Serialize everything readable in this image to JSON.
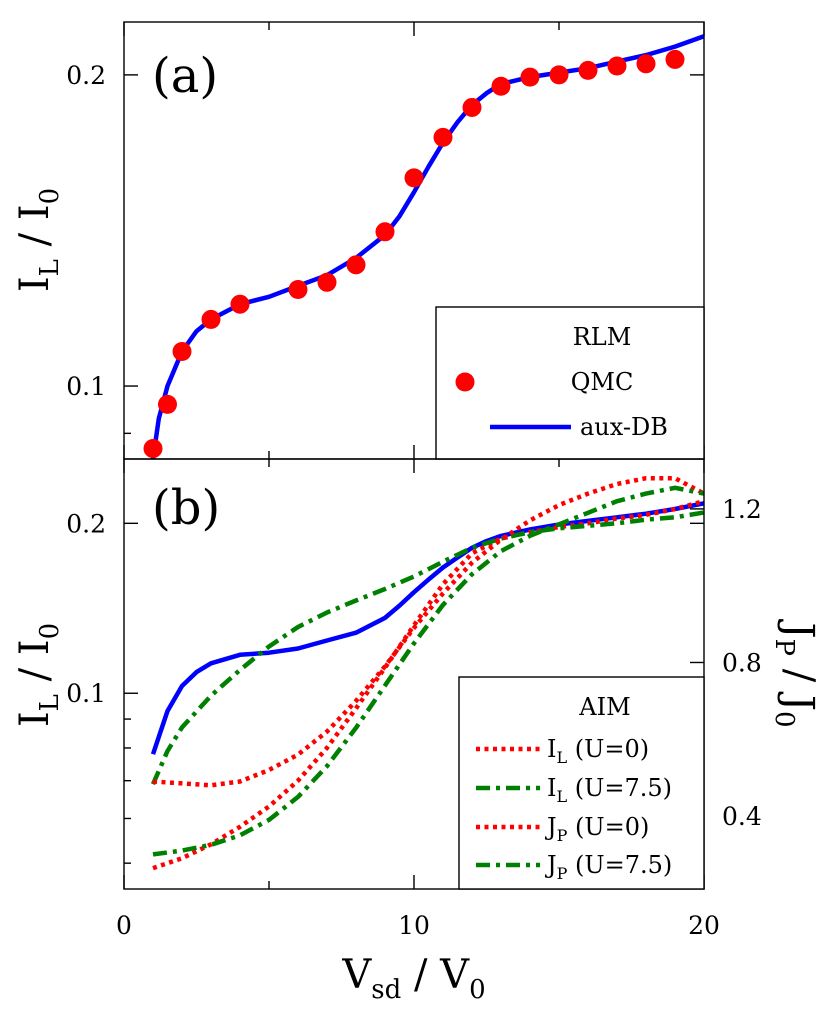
{
  "figure": {
    "xlabel_main": "V",
    "xlabel_sub": "sd",
    "xlabel_rest": " / V",
    "xlabel_sub2": "0",
    "x_ticks": [
      "0",
      "10",
      "20"
    ]
  },
  "chart_data": [
    {
      "type": "scatter",
      "panel_label": "(a)",
      "ylabel_main": "I",
      "ylabel_sub": "L",
      "ylabel_rest": " / I",
      "ylabel_sub2": "0",
      "y_scale": "log",
      "xlim": [
        0,
        20
      ],
      "ylim": [
        0.085,
        0.225
      ],
      "y_ticks": [
        "0.1",
        "0.2"
      ],
      "legend_title": "RLM",
      "legend_location": "bottom-right",
      "series": [
        {
          "name": "QMC",
          "color": "#ff0000",
          "marker": "circle",
          "x": [
            1,
            1.5,
            2,
            3,
            4,
            6,
            7,
            8,
            9,
            10,
            11,
            12,
            13,
            14,
            15,
            16,
            17,
            18,
            19
          ],
          "y": [
            0.087,
            0.096,
            0.108,
            0.116,
            0.12,
            0.124,
            0.126,
            0.131,
            0.141,
            0.159,
            0.174,
            0.186,
            0.195,
            0.199,
            0.2,
            0.202,
            0.204,
            0.205,
            0.207
          ]
        },
        {
          "name": "aux-DB",
          "color": "#0000ff",
          "line": "solid",
          "x": [
            1,
            1.2,
            1.5,
            2,
            2.5,
            3,
            4,
            5,
            6,
            7,
            8,
            9,
            9.5,
            10,
            10.5,
            11,
            11.5,
            12,
            12.5,
            13,
            14,
            15,
            16,
            17,
            18,
            19,
            20
          ],
          "y": [
            0.085,
            0.093,
            0.1,
            0.108,
            0.113,
            0.116,
            0.12,
            0.122,
            0.125,
            0.128,
            0.133,
            0.14,
            0.146,
            0.154,
            0.163,
            0.172,
            0.18,
            0.187,
            0.192,
            0.196,
            0.199,
            0.201,
            0.203,
            0.206,
            0.209,
            0.213,
            0.218
          ]
        }
      ]
    },
    {
      "type": "line",
      "panel_label": "(b)",
      "ylabel_main": "I",
      "ylabel_sub": "L",
      "ylabel_rest": " / I",
      "ylabel_sub2": "0",
      "y2label_main": "J",
      "y2label_sub": "P",
      "y2label_rest": " / J",
      "y2label_sub2": "0",
      "y_scale": "log",
      "xlim": [
        0,
        20
      ],
      "ylim": [
        0.045,
        0.26
      ],
      "y_ticks": [
        "0.1",
        "0.2"
      ],
      "y2lim": [
        0.21,
        1.33
      ],
      "y2_ticks": [
        "0.4",
        "0.8",
        "1.2"
      ],
      "legend_title": "AIM",
      "legend_location": "bottom-right",
      "series": [
        {
          "name": "aux-DB",
          "axis": "left",
          "color": "#0000ff",
          "line": "solid",
          "x": [
            1,
            1.5,
            2,
            2.5,
            3,
            4,
            5,
            6,
            7,
            8,
            9,
            9.5,
            10,
            10.5,
            11,
            11.5,
            12,
            12.5,
            13,
            14,
            15,
            16,
            17,
            18,
            19,
            20
          ],
          "y": [
            0.078,
            0.093,
            0.103,
            0.109,
            0.113,
            0.117,
            0.118,
            0.12,
            0.124,
            0.128,
            0.136,
            0.143,
            0.151,
            0.159,
            0.167,
            0.174,
            0.181,
            0.186,
            0.19,
            0.195,
            0.199,
            0.202,
            0.205,
            0.208,
            0.212,
            0.217
          ]
        },
        {
          "name": "I_L (U=0)",
          "label_main": "I",
          "label_sub": "L",
          "label_rest": " (U=0)",
          "axis": "left",
          "color": "#ff0000",
          "line": "dotted",
          "x": [
            1,
            2,
            3,
            4,
            5,
            6,
            7,
            8,
            9,
            10,
            11,
            12,
            13,
            14,
            15,
            16,
            17,
            18,
            19,
            20
          ],
          "y": [
            0.049,
            0.051,
            0.054,
            0.058,
            0.063,
            0.07,
            0.08,
            0.094,
            0.111,
            0.132,
            0.156,
            0.177,
            0.188,
            0.193,
            0.197,
            0.2,
            0.204,
            0.207,
            0.212,
            0.219
          ]
        },
        {
          "name": "I_L (U=7.5)",
          "label_main": "I",
          "label_sub": "L",
          "label_rest": " (U=7.5)",
          "axis": "left",
          "color": "#008000",
          "line": "dashdot",
          "x": [
            1,
            1.5,
            2,
            3,
            4,
            5,
            6,
            7,
            8,
            9,
            10,
            11,
            12,
            13,
            14,
            15,
            16,
            17,
            18,
            19,
            20
          ],
          "y": [
            0.069,
            0.079,
            0.087,
            0.099,
            0.11,
            0.121,
            0.131,
            0.139,
            0.146,
            0.153,
            0.161,
            0.171,
            0.181,
            0.188,
            0.193,
            0.196,
            0.198,
            0.2,
            0.203,
            0.205,
            0.209
          ]
        },
        {
          "name": "J_P (U=0)",
          "label_main": "J",
          "label_sub": "P",
          "label_rest": " (U=0)",
          "axis": "right",
          "color": "#ff0000",
          "line": "dotted",
          "x": [
            1,
            2,
            3,
            4,
            5,
            6,
            7,
            8,
            9,
            10,
            11,
            12,
            13,
            14,
            15,
            16,
            17,
            18,
            18.5,
            19,
            20
          ],
          "y": [
            0.49,
            0.485,
            0.48,
            0.49,
            0.52,
            0.56,
            0.62,
            0.7,
            0.79,
            0.89,
            0.98,
            1.06,
            1.12,
            1.17,
            1.21,
            1.24,
            1.265,
            1.28,
            1.28,
            1.28,
            1.24
          ]
        },
        {
          "name": "J_P (U=7.5)",
          "label_main": "J",
          "label_sub": "P",
          "label_rest": " (U=7.5)",
          "axis": "right",
          "color": "#008000",
          "line": "dashdot",
          "x": [
            1,
            2,
            3,
            4,
            5,
            6,
            7,
            8,
            9,
            10,
            11,
            12,
            13,
            14,
            15,
            16,
            17,
            18,
            19,
            20
          ],
          "y": [
            0.3,
            0.31,
            0.325,
            0.35,
            0.39,
            0.45,
            0.53,
            0.63,
            0.74,
            0.85,
            0.95,
            1.03,
            1.09,
            1.13,
            1.16,
            1.19,
            1.22,
            1.24,
            1.255,
            1.24
          ]
        }
      ]
    }
  ]
}
